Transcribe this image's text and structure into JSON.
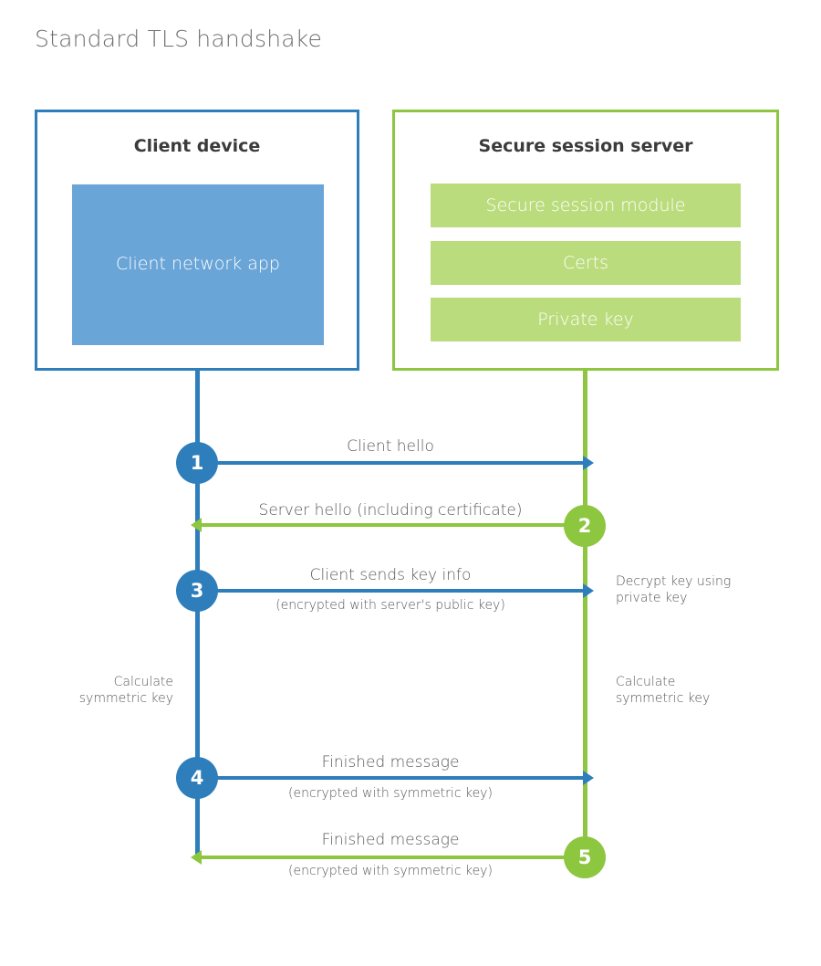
{
  "title": "Standard TLS handshake",
  "colors": {
    "client_accent": "#2e7ebb",
    "server_accent": "#8dc63f",
    "client_app_fill": "#6aa5d7",
    "server_bar_fill": "#bbdc7d",
    "text": "#58595b",
    "heading": "#3b3b3d",
    "title": "#6d6e70",
    "background": "#ffffff"
  },
  "client": {
    "title": "Client device",
    "app_label": "Client network app"
  },
  "server": {
    "title": "Secure session server",
    "components": [
      "Secure session module",
      "Certs",
      "Private key"
    ]
  },
  "steps": [
    {
      "number": "1",
      "label": "Client hello",
      "sublabel": "",
      "direction": "client-to-server",
      "color": "#2e7ebb"
    },
    {
      "number": "2",
      "label": "Server hello (including certificate)",
      "sublabel": "",
      "direction": "server-to-client",
      "color": "#8dc63f"
    },
    {
      "number": "3",
      "label": "Client sends key info",
      "sublabel": "(encrypted with server's public key)",
      "direction": "client-to-server",
      "color": "#2e7ebb"
    },
    {
      "number": "4",
      "label": "Finished message",
      "sublabel": "(encrypted with symmetric key)",
      "direction": "client-to-server",
      "color": "#2e7ebb"
    },
    {
      "number": "5",
      "label": "Finished message",
      "sublabel": "(encrypted with symmetric key)",
      "direction": "server-to-client",
      "color": "#8dc63f"
    }
  ],
  "annotations": {
    "decrypt_key": "Decrypt key using\nprivate key",
    "calculate_symmetric_key_client": "Calculate\nsymmetric key",
    "calculate_symmetric_key_server": "Calculate\nsymmetric key"
  }
}
